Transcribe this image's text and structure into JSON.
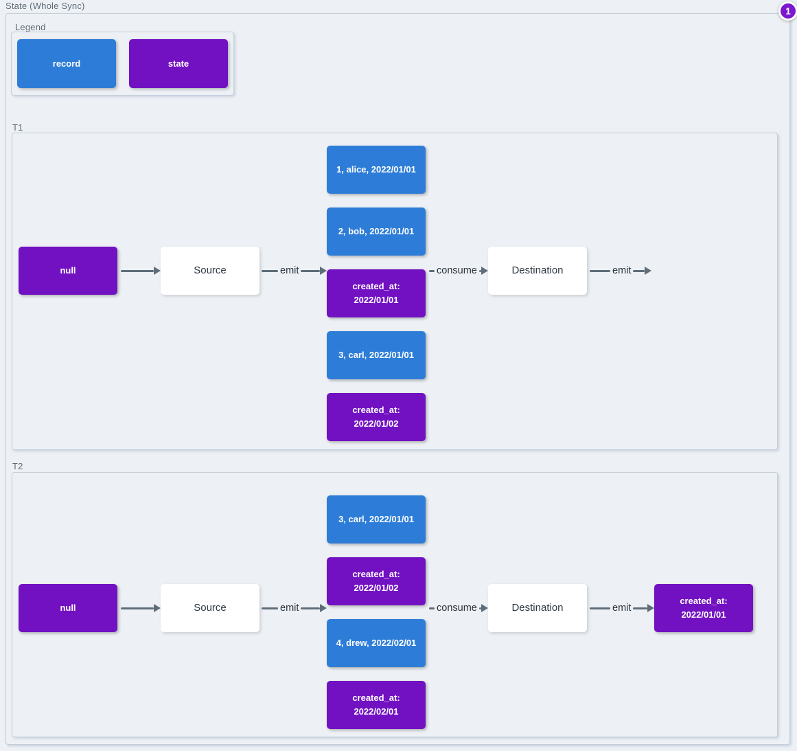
{
  "title": "State (Whole Sync)",
  "badge": "1",
  "colors": {
    "record": "#2d7dd8",
    "state": "#7211c2",
    "background": "#edf1f5",
    "badge": "#7b18cf"
  },
  "legend": {
    "label": "Legend",
    "items": [
      {
        "type": "record",
        "label": "record"
      },
      {
        "type": "state",
        "label": "state"
      }
    ]
  },
  "sections": [
    {
      "label": "T1",
      "null_label": "null",
      "source_label": "Source",
      "emit_source_label": "emit",
      "consume_label": "consume",
      "destination_label": "Destination",
      "emit_dest_label": "emit",
      "stack": [
        {
          "type": "record",
          "text": "1, alice, 2022/01/01"
        },
        {
          "type": "record",
          "text": "2, bob, 2022/01/01"
        },
        {
          "type": "state",
          "text": "created_at:\n2022/01/01"
        },
        {
          "type": "record",
          "text": "3, carl, 2022/01/01"
        },
        {
          "type": "state",
          "text": "created_at:\n2022/01/02"
        }
      ]
    },
    {
      "label": "T2",
      "null_label": "null",
      "source_label": "Source",
      "emit_source_label": "emit",
      "consume_label": "consume",
      "destination_label": "Destination",
      "emit_dest_label": "emit",
      "stack": [
        {
          "type": "record",
          "text": "3, carl, 2022/01/01"
        },
        {
          "type": "state",
          "text": "created_at:\n2022/01/02"
        },
        {
          "type": "record",
          "text": "4, drew, 2022/02/01"
        },
        {
          "type": "state",
          "text": "created_at:\n2022/02/01"
        }
      ],
      "output": {
        "type": "state",
        "text": "created_at:\n2022/01/01"
      }
    }
  ]
}
